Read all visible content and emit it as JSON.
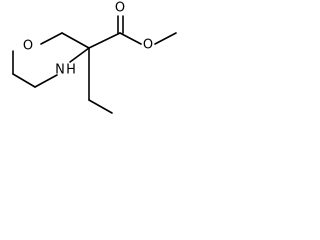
{
  "molecule": {
    "atoms": {
      "ring_oxygen": "O",
      "ring_nitrogen": "N",
      "ring_nitrogen_h": "H",
      "carbonyl_oxygen": "O",
      "ester_oxygen": "O"
    }
  },
  "colors": {
    "bond": "#000000",
    "label": "#000000",
    "background": "#ffffff"
  }
}
